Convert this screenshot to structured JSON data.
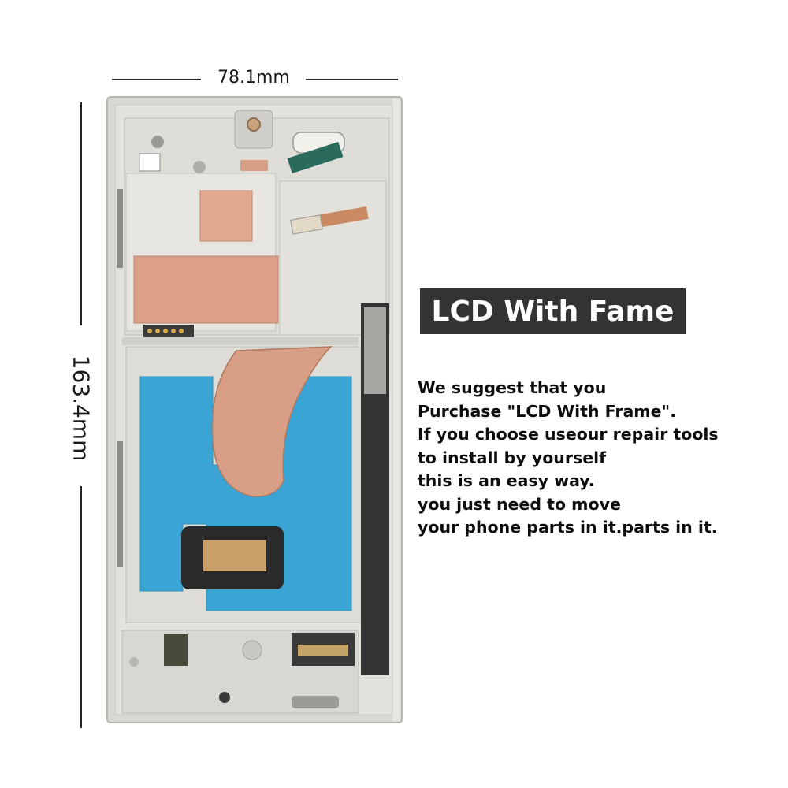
{
  "dimensions": {
    "width_label": "78.1mm",
    "height_label": "163.4mm"
  },
  "product": {
    "icon": "lcd-with-frame-photo",
    "badge_label": "LCD With Fame",
    "colors": {
      "frame": "#d9d8d2",
      "adhesive_blue": "#3aa5d4",
      "copper": "#d99f86",
      "badge_bg": "#333333"
    }
  },
  "description": {
    "lines": [
      "We suggest that you",
      "Purchase \"LCD With Frame\".",
      "If you choose useour repair tools",
      "to install by yourself",
      "this is an easy way.",
      "you just need to move",
      "your phone parts in it.parts in it."
    ]
  }
}
